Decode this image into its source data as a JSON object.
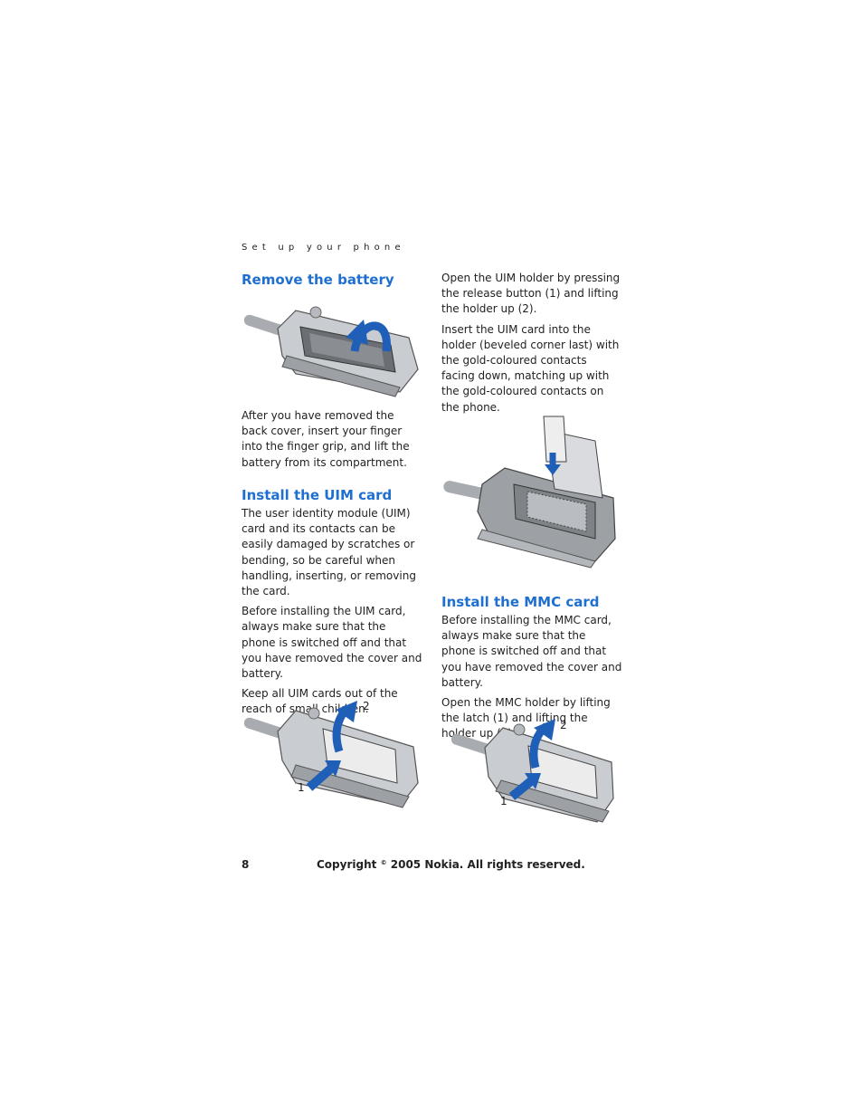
{
  "running_head": "Set up your phone",
  "left": {
    "remove_battery_title": "Remove the battery",
    "remove_battery_text": "After you have removed the back cover, insert your finger into the finger grip, and lift the battery from its compartment.",
    "install_uim_title": "Install the UIM card",
    "uim_p1": "The user identity module (UIM) card and its contacts can be easily damaged by scratches or bending, so be careful when handling, inserting, or removing the card.",
    "uim_p2": "Before installing the UIM card, always make sure that the phone is switched off and that you have removed the cover and battery.",
    "uim_p3": "Keep all UIM cards out of the reach of small children.",
    "callout_1": "1",
    "callout_2": "2"
  },
  "right": {
    "uim_open_text": "Open the UIM holder by pressing the release button (1) and lifting the holder up (2).",
    "uim_insert_text": "Insert the UIM card into the holder (beveled corner last) with the gold-coloured contacts facing down, matching up with the gold-coloured contacts on the phone.",
    "install_mmc_title": "Install the MMC card",
    "mmc_p1": "Before installing the MMC card, always make sure that the phone is switched off and that you have removed the cover and battery.",
    "mmc_p2": "Open the MMC holder by lifting the latch (1) and lifting the holder up (2).",
    "callout_1": "1",
    "callout_2": "2"
  },
  "footer": {
    "page_number": "8",
    "copyright_prefix": "Copyright",
    "copyright_symbol": "©",
    "copyright_suffix": "2005 Nokia. All rights reserved."
  },
  "colors": {
    "heading": "#1f6fd0",
    "arrow": "#1f5fb8"
  }
}
